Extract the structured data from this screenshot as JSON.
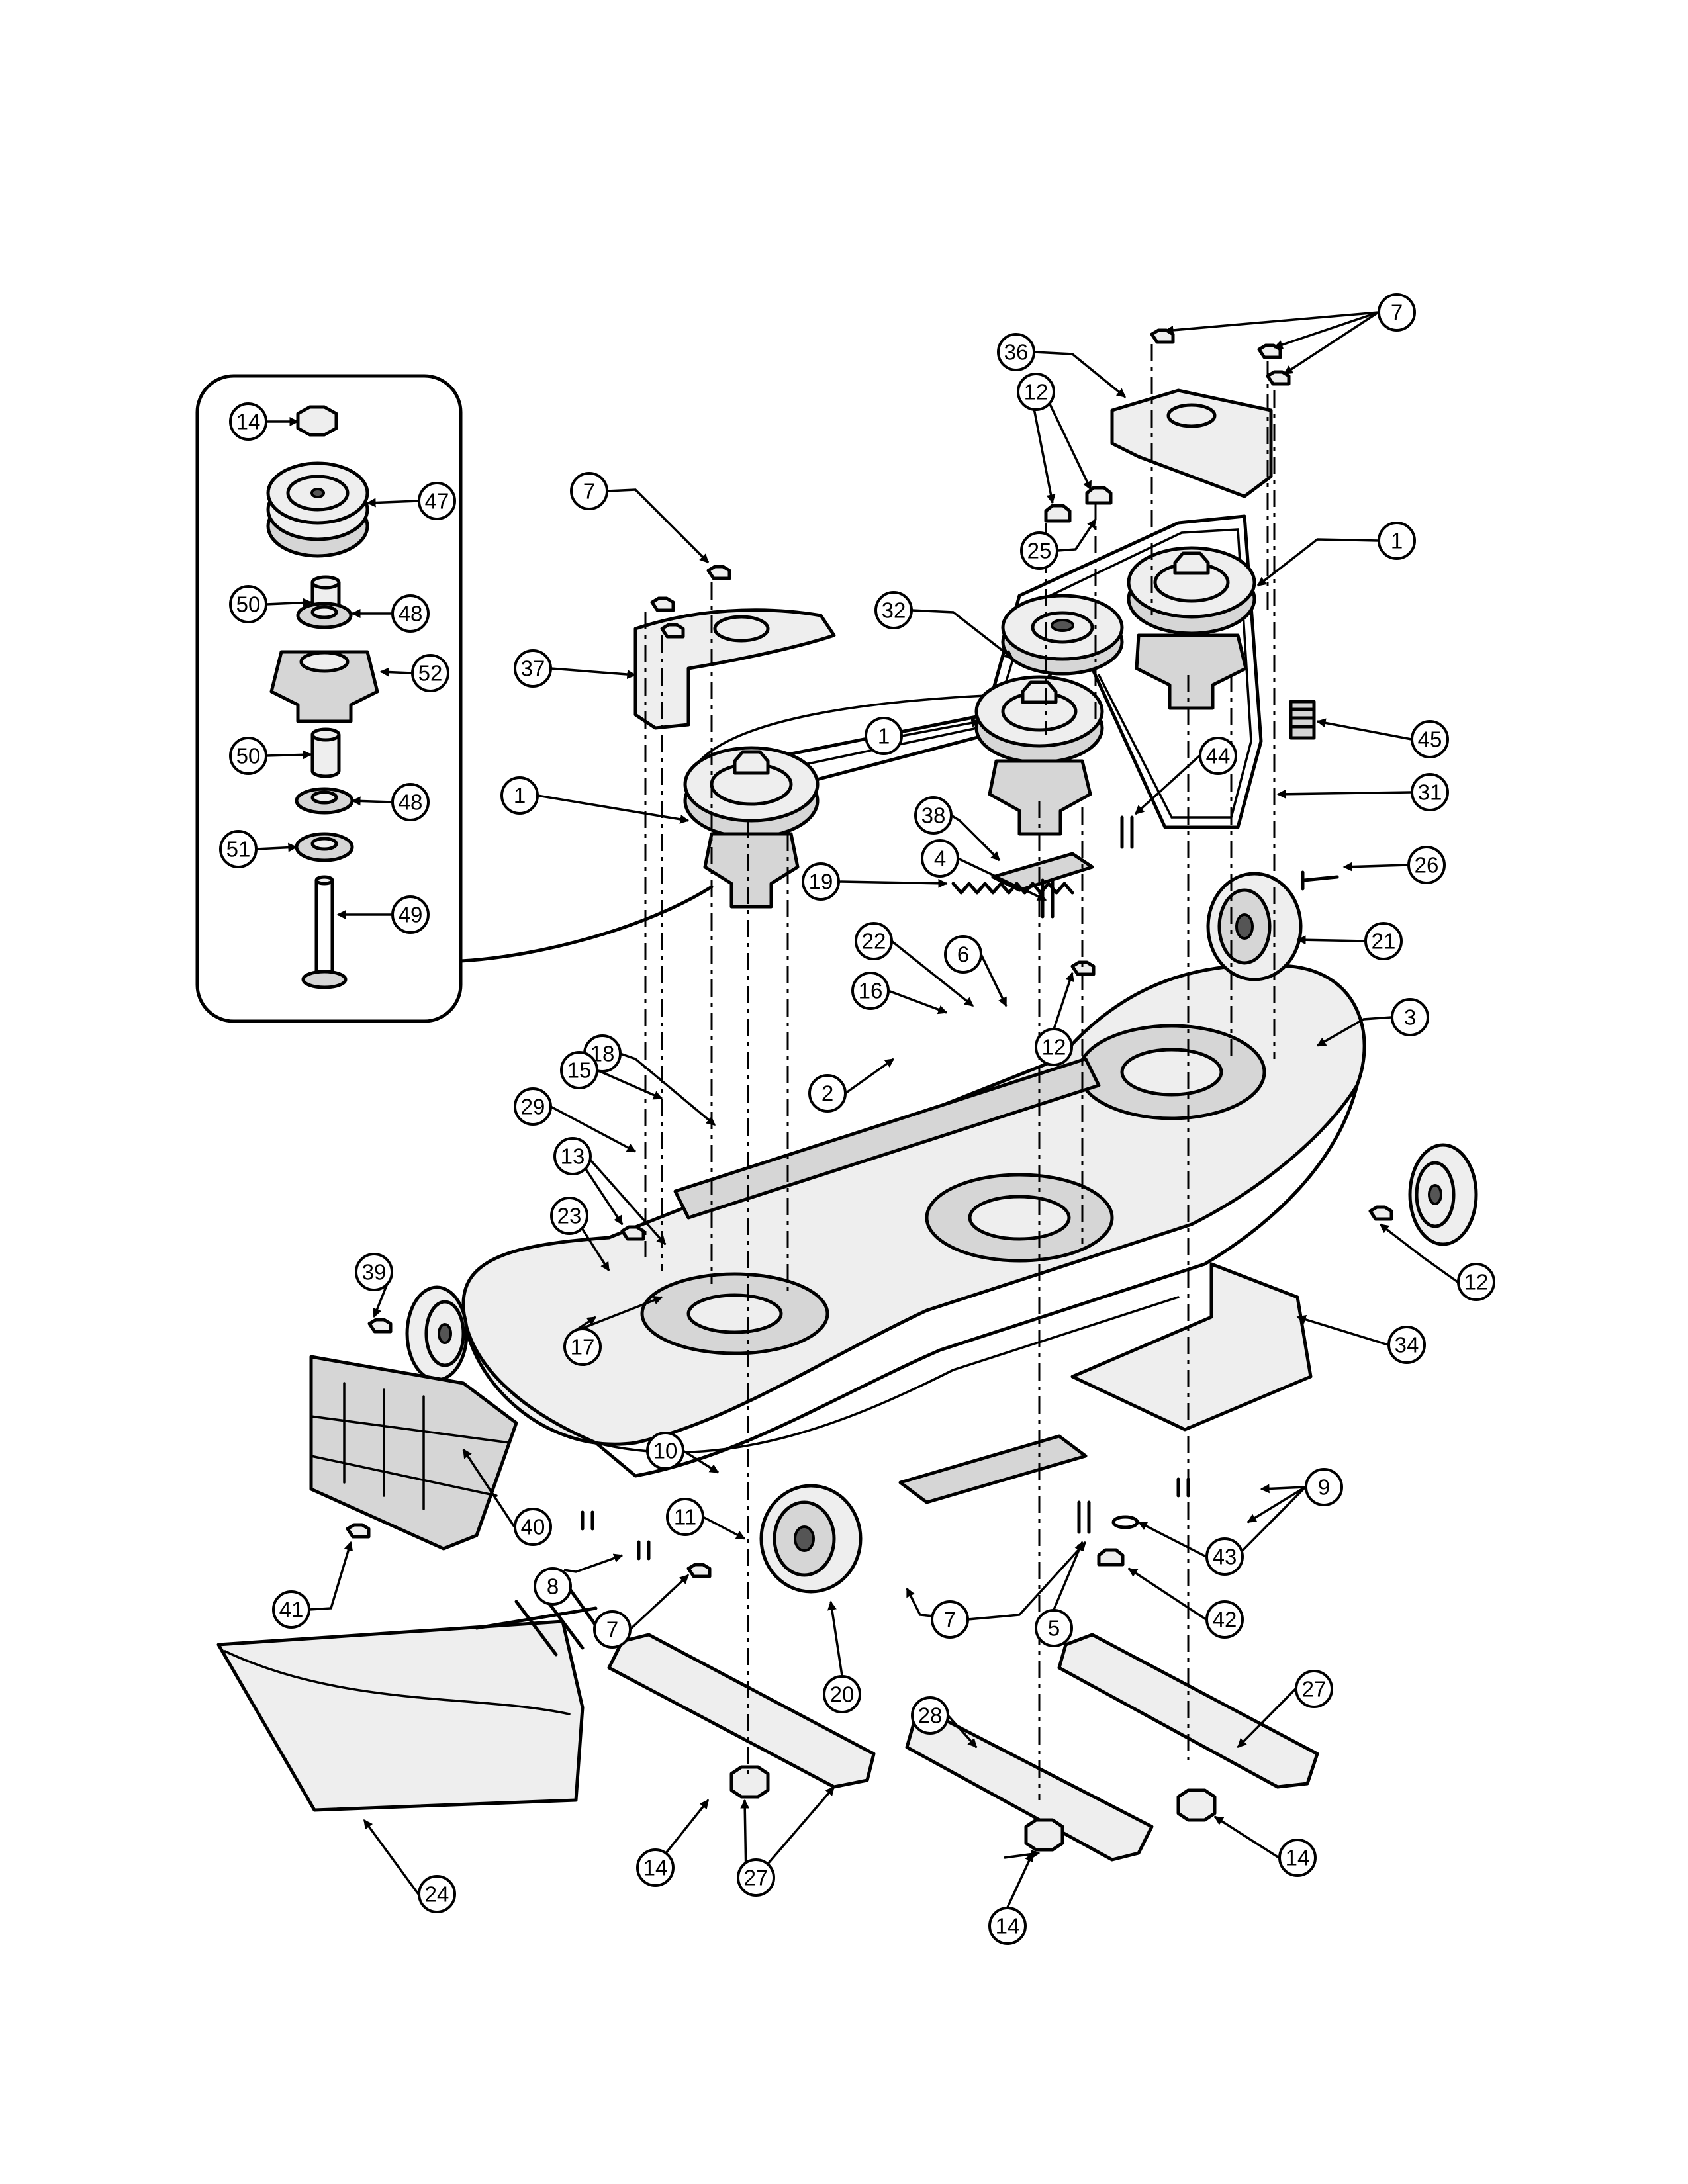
{
  "diagram": {
    "callouts": [
      {
        "id": "c1",
        "label": "14"
      },
      {
        "id": "c2",
        "label": "47"
      },
      {
        "id": "c3",
        "label": "50"
      },
      {
        "id": "c4",
        "label": "48"
      },
      {
        "id": "c5",
        "label": "52"
      },
      {
        "id": "c6",
        "label": "50"
      },
      {
        "id": "c7",
        "label": "48"
      },
      {
        "id": "c8",
        "label": "51"
      },
      {
        "id": "c9",
        "label": "49"
      },
      {
        "id": "c10",
        "label": "7"
      },
      {
        "id": "c11",
        "label": "37"
      },
      {
        "id": "c12",
        "label": "1"
      },
      {
        "id": "c13",
        "label": "36"
      },
      {
        "id": "c14",
        "label": "12"
      },
      {
        "id": "c15",
        "label": "7"
      },
      {
        "id": "c16",
        "label": "25"
      },
      {
        "id": "c17",
        "label": "1"
      },
      {
        "id": "c18",
        "label": "32"
      },
      {
        "id": "c19",
        "label": "1"
      },
      {
        "id": "c20",
        "label": "44"
      },
      {
        "id": "c21",
        "label": "45"
      },
      {
        "id": "c22",
        "label": "31"
      },
      {
        "id": "c23",
        "label": "38"
      },
      {
        "id": "c24",
        "label": "4"
      },
      {
        "id": "c25",
        "label": "19"
      },
      {
        "id": "c26",
        "label": "26"
      },
      {
        "id": "c27",
        "label": "22"
      },
      {
        "id": "c28",
        "label": "6"
      },
      {
        "id": "c29",
        "label": "21"
      },
      {
        "id": "c30",
        "label": "16"
      },
      {
        "id": "c31",
        "label": "18"
      },
      {
        "id": "c32",
        "label": "12"
      },
      {
        "id": "c33",
        "label": "3"
      },
      {
        "id": "c34",
        "label": "2"
      },
      {
        "id": "c35",
        "label": "15"
      },
      {
        "id": "c36",
        "label": "29"
      },
      {
        "id": "c37",
        "label": "13"
      },
      {
        "id": "c38",
        "label": "23"
      },
      {
        "id": "c39",
        "label": "12"
      },
      {
        "id": "c40",
        "label": "39"
      },
      {
        "id": "c41",
        "label": "17"
      },
      {
        "id": "c42",
        "label": "34"
      },
      {
        "id": "c43",
        "label": "10"
      },
      {
        "id": "c44",
        "label": "9"
      },
      {
        "id": "c45",
        "label": "40"
      },
      {
        "id": "c46",
        "label": "11"
      },
      {
        "id": "c47",
        "label": "8"
      },
      {
        "id": "c48",
        "label": "43"
      },
      {
        "id": "c49",
        "label": "41"
      },
      {
        "id": "c50",
        "label": "7"
      },
      {
        "id": "c51",
        "label": "7"
      },
      {
        "id": "c52",
        "label": "5"
      },
      {
        "id": "c53",
        "label": "42"
      },
      {
        "id": "c54",
        "label": "20"
      },
      {
        "id": "c55",
        "label": "27"
      },
      {
        "id": "c56",
        "label": "24"
      },
      {
        "id": "c57",
        "label": "14"
      },
      {
        "id": "c58",
        "label": "27"
      },
      {
        "id": "c59",
        "label": "28"
      },
      {
        "id": "c60",
        "label": "14"
      },
      {
        "id": "c61",
        "label": "14"
      }
    ]
  }
}
